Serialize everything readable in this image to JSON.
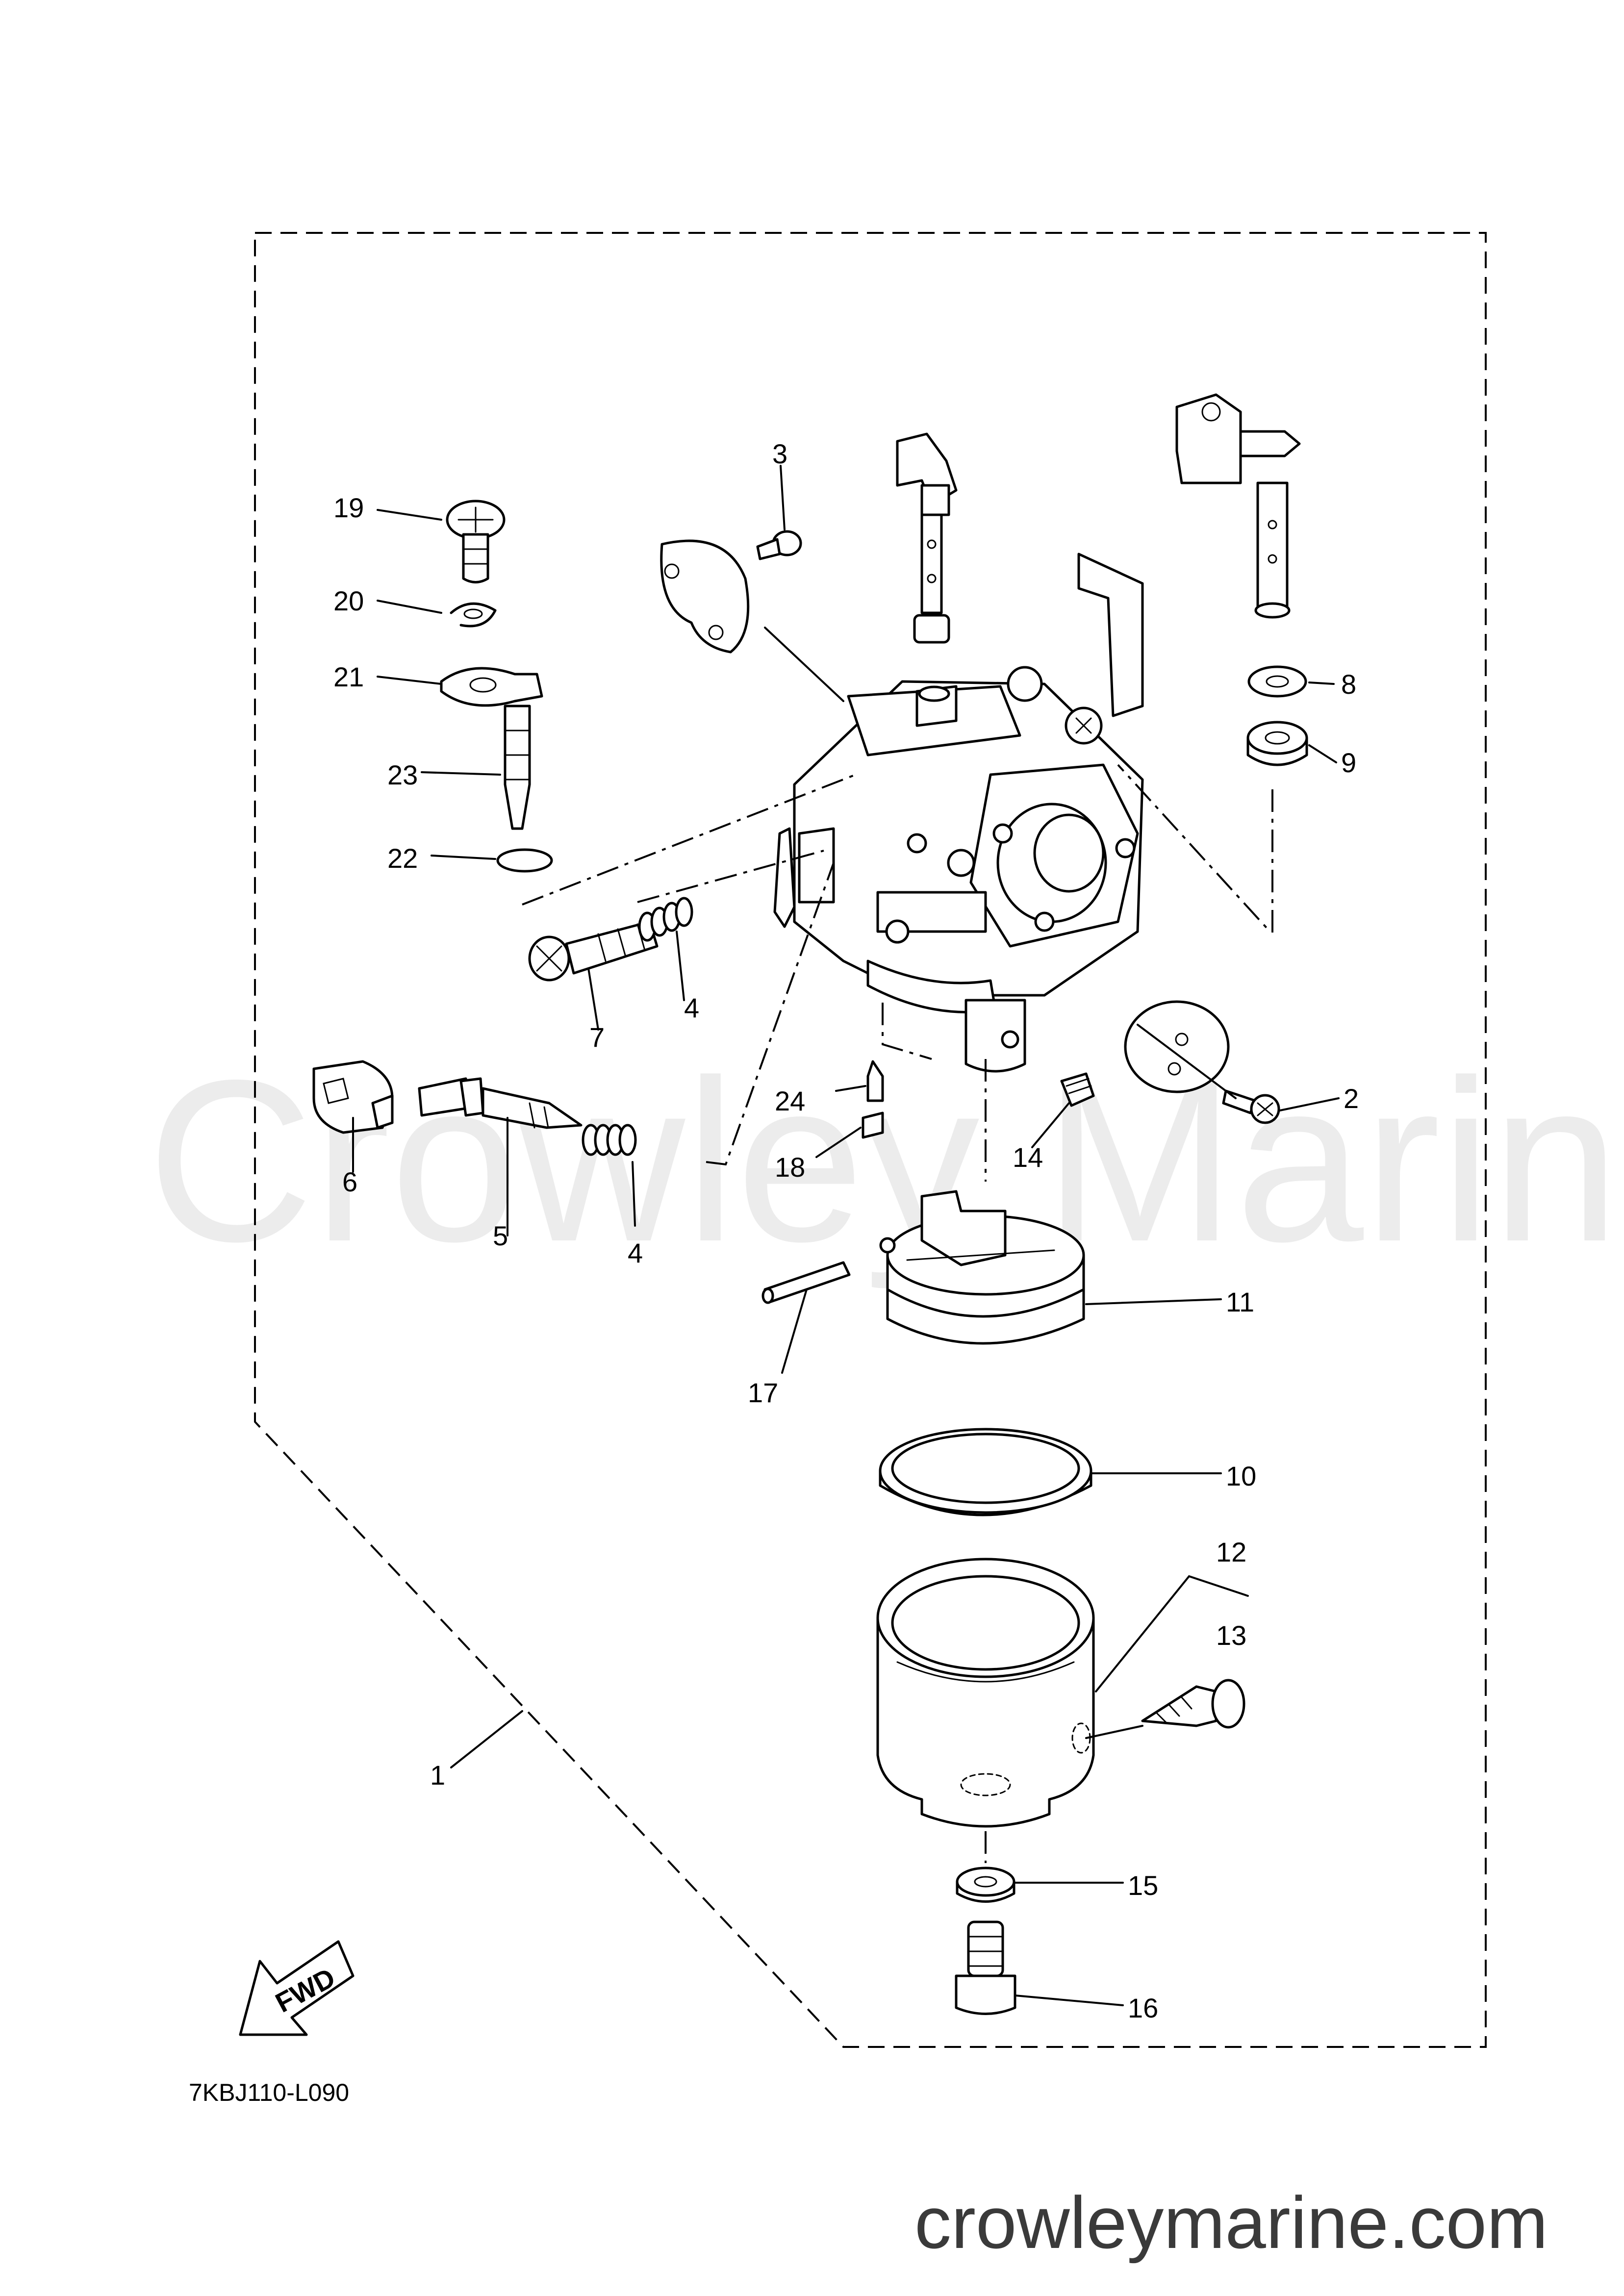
{
  "watermark": "Crowley Marine",
  "website": "crowleymarine.com",
  "diagram_code": "7KBJ110-L090",
  "fwd_label": "FWD",
  "callouts": {
    "c1": "1",
    "c2": "2",
    "c3": "3",
    "c4a": "4",
    "c4b": "4",
    "c5": "5",
    "c6": "6",
    "c7": "7",
    "c8": "8",
    "c9": "9",
    "c10": "10",
    "c11": "11",
    "c12": "12",
    "c13": "13",
    "c14": "14",
    "c15": "15",
    "c16": "16",
    "c17": "17",
    "c18": "18",
    "c19": "19",
    "c20": "20",
    "c21": "21",
    "c22": "22",
    "c23": "23",
    "c24": "24"
  },
  "colors": {
    "line": "#000000",
    "background": "#ffffff",
    "watermark": "#ececec",
    "website": "#3a3a3a"
  }
}
